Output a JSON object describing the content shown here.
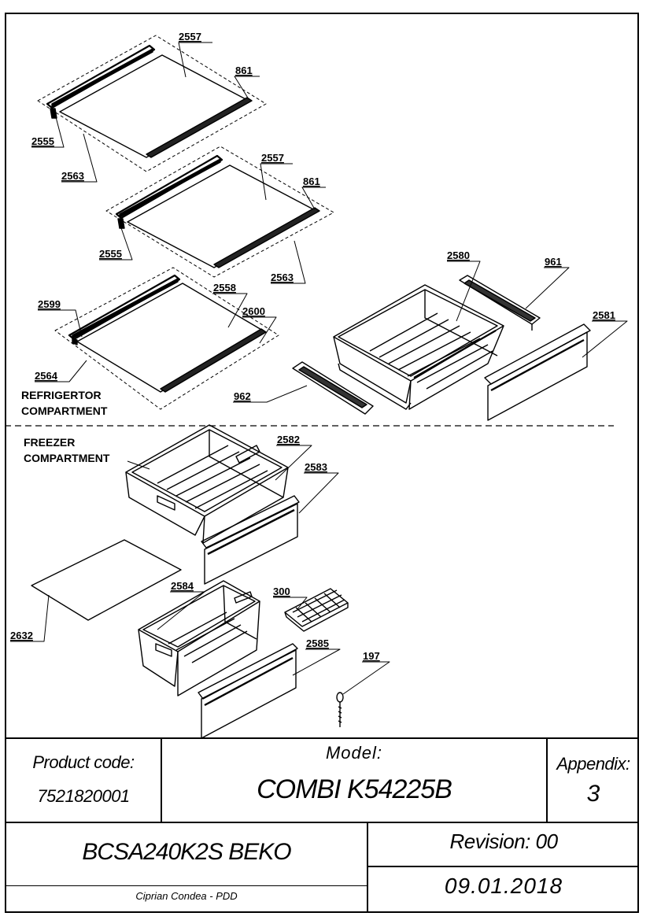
{
  "parts": {
    "shelf1": [
      "2557",
      "861",
      "2555",
      "2563"
    ],
    "shelf2": [
      "2557",
      "861",
      "2555",
      "2563"
    ],
    "shelf3": [
      "2599",
      "2558",
      "2600",
      "2564"
    ],
    "fridge_drawer": [
      "2580",
      "961",
      "2581",
      "962"
    ],
    "freezer_drawer1": [
      "2582",
      "2583"
    ],
    "freezer_misc": [
      "2632",
      "2584",
      "300",
      "2585",
      "197"
    ]
  },
  "zones": {
    "fridge_line1": "REFRIGERTOR",
    "fridge_line2": "COMPARTMENT",
    "freezer_line1": "FREEZER",
    "freezer_line2": "COMPARTMENT"
  },
  "title_block": {
    "product_code_label": "Product code:",
    "product_code": "7521820001",
    "model_label": "Model:",
    "model": "COMBI K54225B",
    "appendix_label": "Appendix:",
    "appendix": "3",
    "name": "BCSA240K2S BEKO",
    "revision": "Revision: 00",
    "author": "Ciprian Condea - PDD",
    "date": "09.01.2018"
  }
}
